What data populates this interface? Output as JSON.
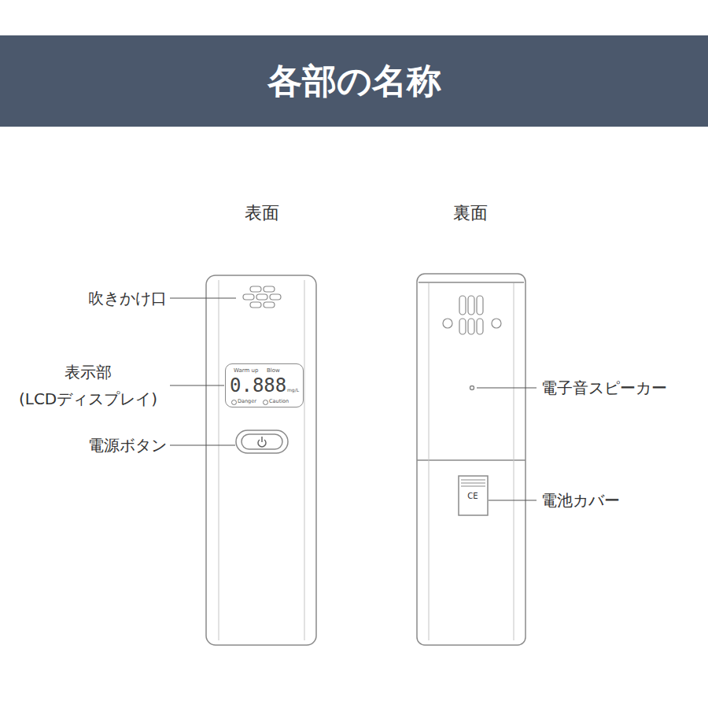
{
  "diagram": {
    "title": "各部の名称",
    "nodes": [
      {
        "text": [
          "Warm up",
          "Blow",
          "0.888",
          "mg/L",
          "Danger",
          "Caution"
        ]
      }
    ],
    "labels": [
      "表面",
      "裏面",
      "吹きかけ口",
      "表示部 (LCDディスプレイ)",
      "電源ボタン",
      "電子音スピーカー",
      "電池カバー",
      "CE"
    ]
  }
}
